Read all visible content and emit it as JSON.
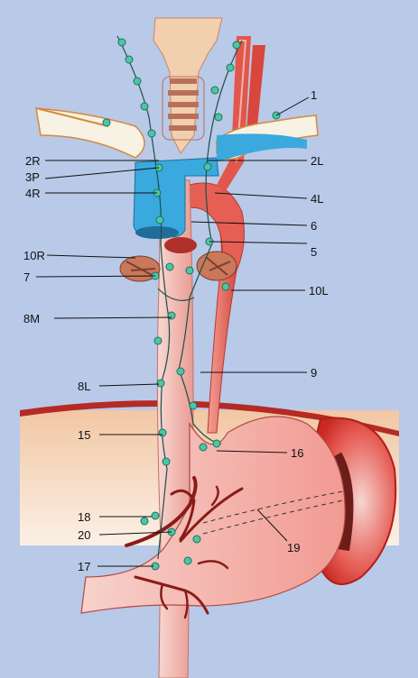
{
  "labels": {
    "l1": "1",
    "l2R": "2R",
    "l2L": "2L",
    "l3P": "3P",
    "l4R": "4R",
    "l4L": "4L",
    "l6": "6",
    "l5": "5",
    "l10R": "10R",
    "l7": "7",
    "l10L": "10L",
    "l8M": "8M",
    "l9": "9",
    "l8L": "8L",
    "l15": "15",
    "l16": "16",
    "l18": "18",
    "l20": "20",
    "l19": "19",
    "l17": "17"
  },
  "colors": {
    "background": "#b9c9e8",
    "artery": "#e2574c",
    "vein": "#3aa9de",
    "esophagus": "#f4c6c0",
    "stomach": "#f5b3ad",
    "node": "#4cc6a4",
    "bone": "#f7f2e3",
    "trachea": "#f0c8a8"
  }
}
